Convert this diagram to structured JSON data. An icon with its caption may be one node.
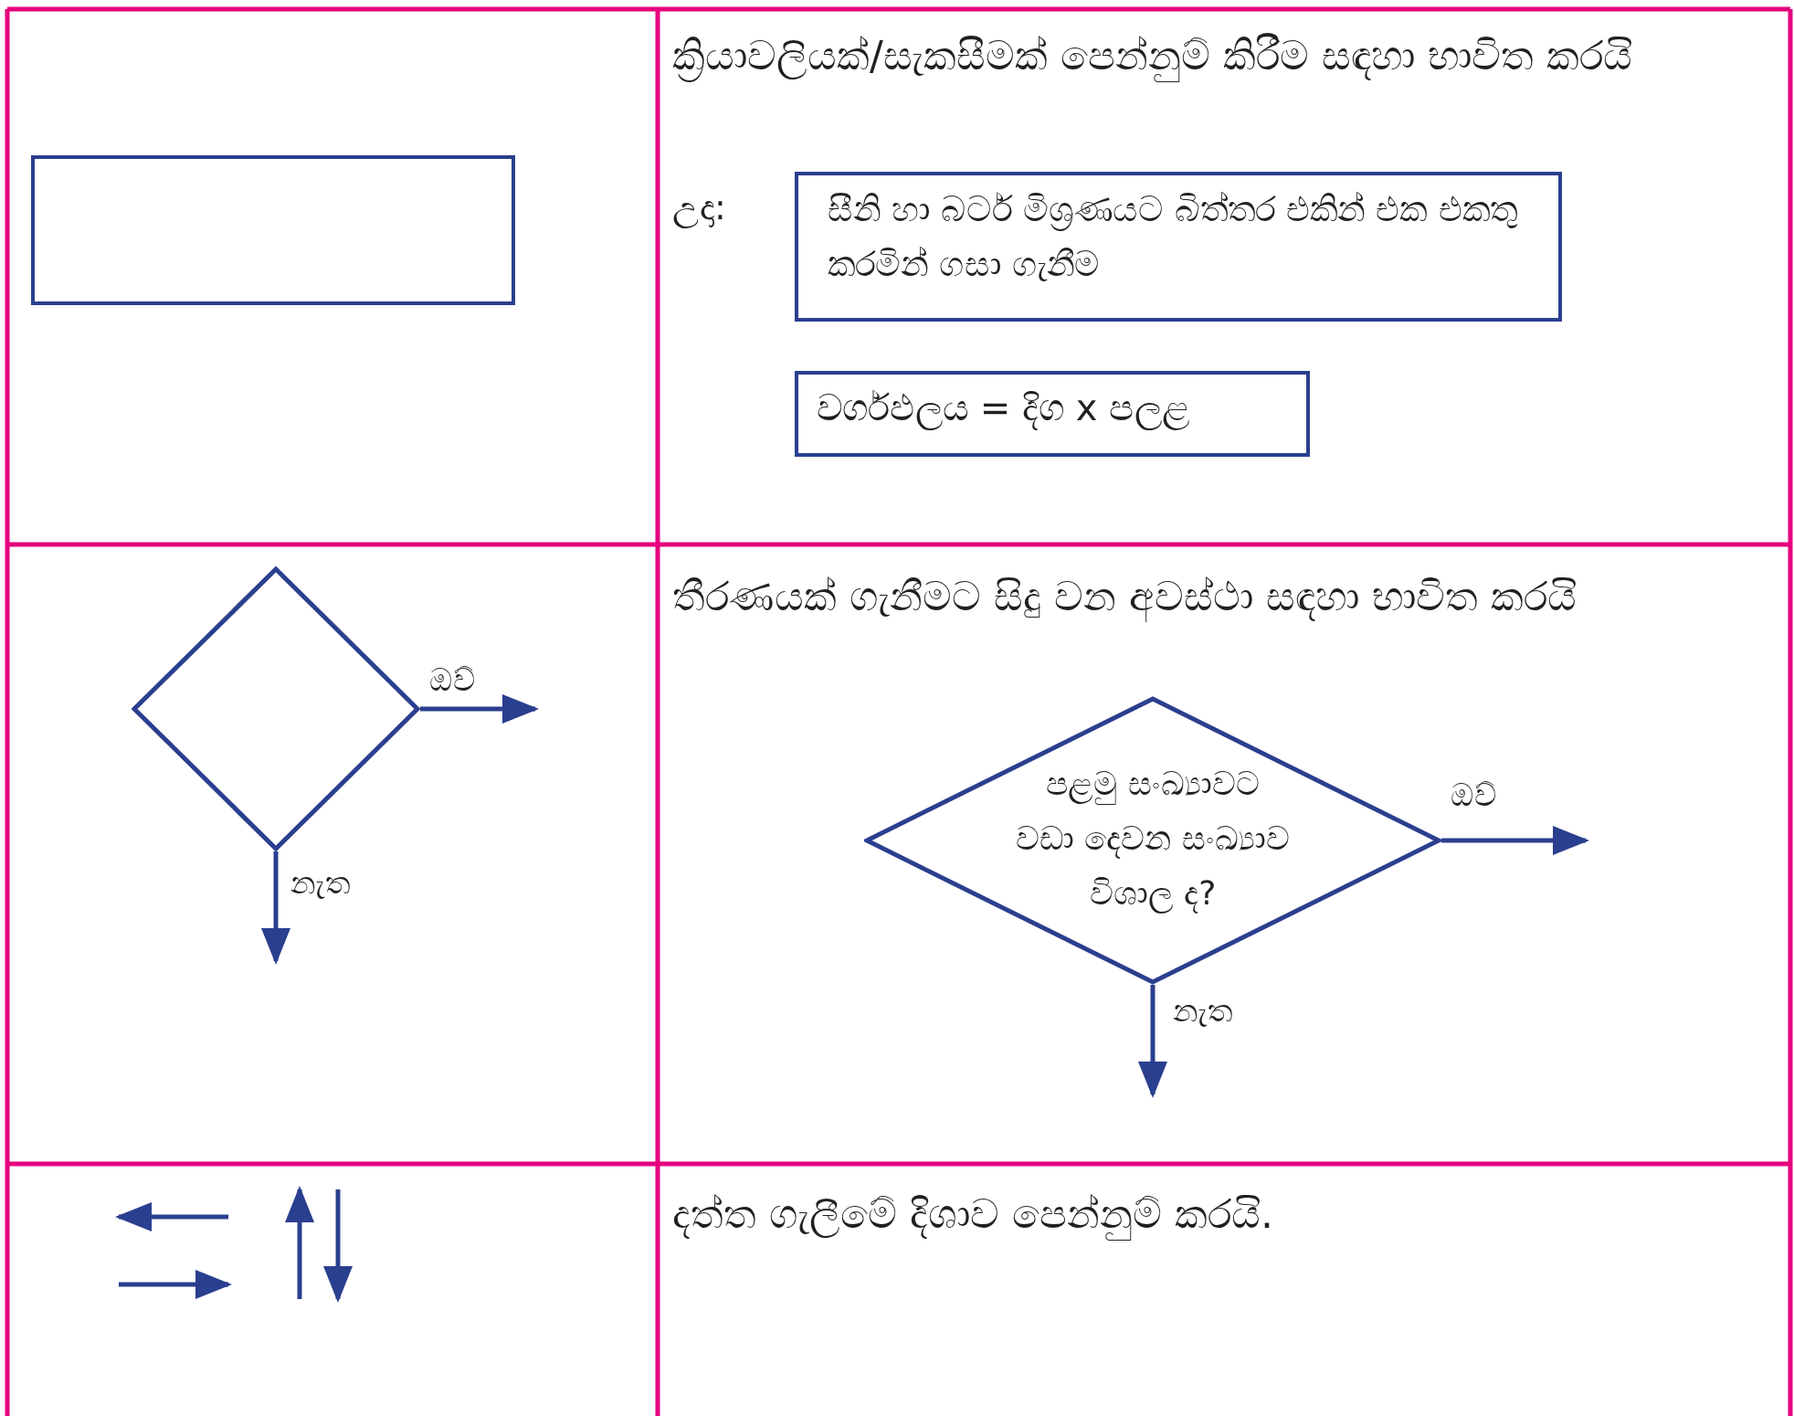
{
  "diagram": {
    "nodes": [
      {
        "text": [],
        "shape": "box"
      },
      {
        "text": [
          "සීනි හා බටර් මිශ්‍රණයට බිත්තර එකින් එක එකතු කරමින් ගසා ගැනීම"
        ]
      },
      {
        "text": [
          "වර්ගඵලය =  දිග x පලළ"
        ]
      },
      {
        "text": [],
        "shape": "diamond"
      },
      {
        "text": [
          "පළමු සංඛ්‍යාවට වඩා දෙවන සංඛ්‍යාව විශාල ද?"
        ]
      }
    ],
    "edges": [
      {
        "from": 3,
        "to": null,
        "arrow": "to",
        "label": "ඔව්"
      },
      {
        "from": 3,
        "to": null,
        "arrow": "to",
        "label": "නැත"
      },
      {
        "from": 4,
        "to": null,
        "arrow": "to",
        "label": "ඔව්"
      },
      {
        "from": 4,
        "to": null,
        "arrow": "to",
        "label": "නැත"
      }
    ],
    "labels": [
      "ක්‍රියාවලියක්/සැකසීමක් පෙන්නුම් කිරීම සඳහා භාවිත කරයි",
      "උදා:",
      "තීරණයක් ගැනීමට සිදු වන අවස්ථා සඳහා භාවිත කරයි",
      "දත්ත ගැලීමේ දිශාව පෙන්නුම් කරයි."
    ]
  }
}
